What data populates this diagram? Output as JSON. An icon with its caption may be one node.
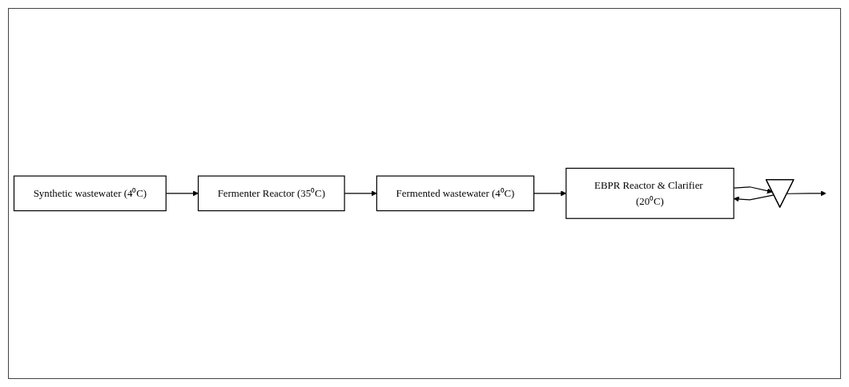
{
  "diagram": {
    "nodes": [
      {
        "text": [
          "Synthetic wastewater (4⁰C)"
        ]
      },
      {
        "text": [
          "Fermenter Reactor (35⁰C)"
        ]
      },
      {
        "text": [
          "Fermented wastewater (4⁰C)"
        ]
      },
      {
        "text": [
          "EBPR Reactor & Clarifier (20⁰C)"
        ]
      },
      {
        "text": [],
        "shape": "triangle"
      }
    ],
    "edges": [
      {
        "from": 0,
        "to": 1,
        "arrow": "to"
      },
      {
        "from": 1,
        "to": 2,
        "arrow": "to"
      },
      {
        "from": 2,
        "to": 3,
        "arrow": "to"
      },
      {
        "from": 3,
        "to": 4,
        "arrow": "to"
      },
      {
        "from": 4,
        "to": null,
        "arrow": "to"
      },
      {
        "from": 4,
        "to": 3,
        "arrow": "to"
      }
    ]
  }
}
